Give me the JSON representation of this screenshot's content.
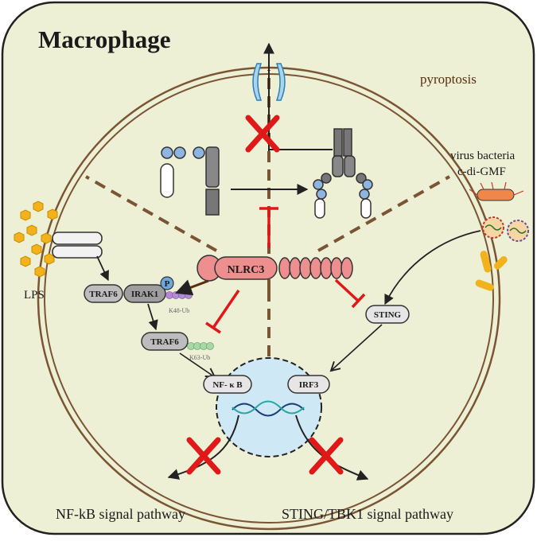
{
  "title": "Macrophage",
  "labels": {
    "pyroptosis": "pyroptosis",
    "virus_bacteria": "virus bacteria",
    "c_di_gmf": "c-di-GMF",
    "lps": "LPS",
    "nlrc3": "NLRC3",
    "traf6_top": "TRAF6",
    "irak1": "IRAK1",
    "phospho": "P",
    "k48": "K48-Ub",
    "traf6_bottom": "TRAF6",
    "k63": "K63-Ub",
    "sting": "STING",
    "nfkb": "NF- κ B",
    "irf3": "IRF3",
    "nfkb_pathway": "NF-kB signal pathway",
    "sting_pathway": "STING/TBK1 signal pathway"
  },
  "colors": {
    "cell_background": "#eef0d6",
    "membrane": "#7a5534",
    "nucleus": "#cfe8f5",
    "nlrc3": "#ee8f8f",
    "inhibit": "#e01818",
    "block_x": "#e01818",
    "ubiquitin_k48": "#b38ad4",
    "ubiquitin_k63": "#a8d8a8",
    "lps": "#f2b21c"
  }
}
